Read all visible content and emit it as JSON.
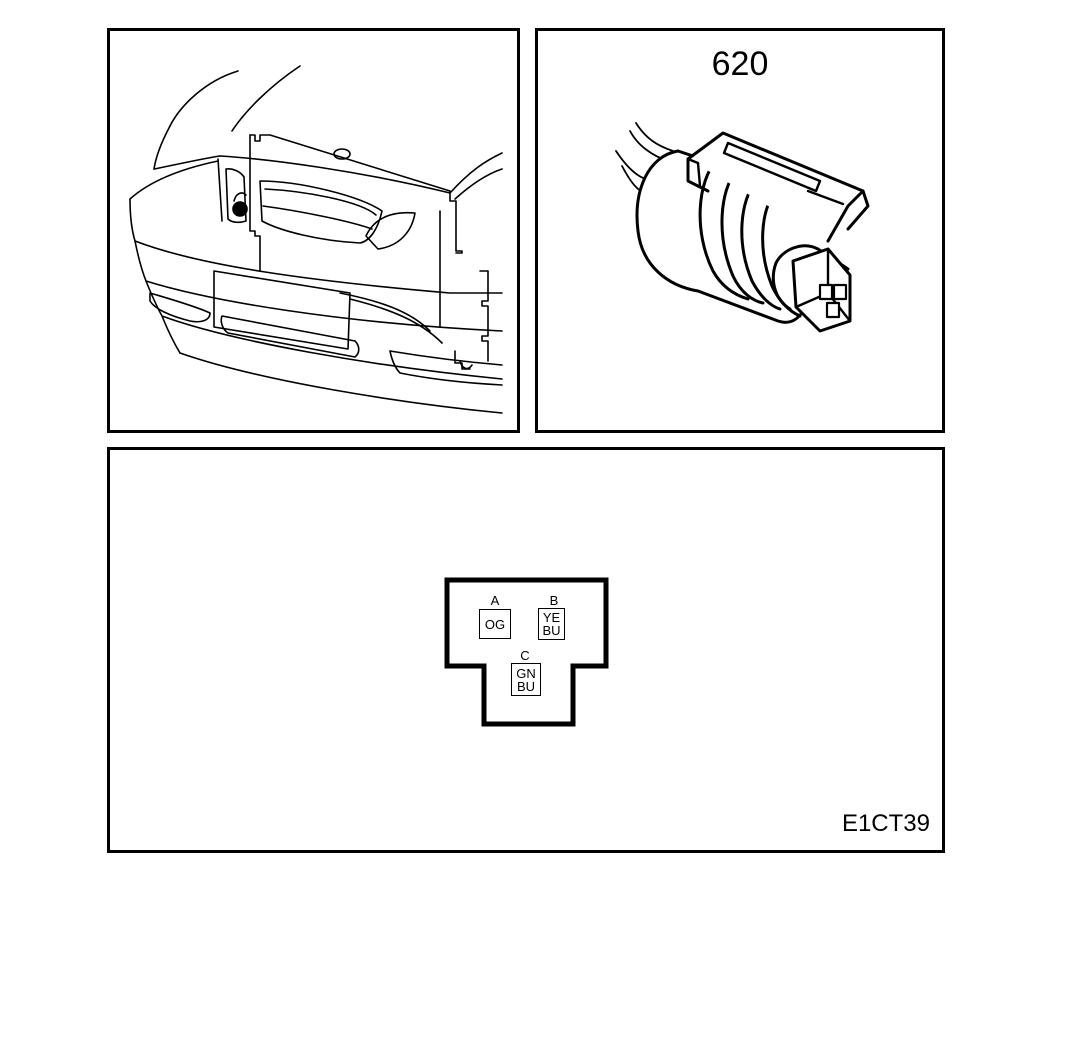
{
  "component": {
    "number": "620"
  },
  "diagram": {
    "code": "E1CT39"
  },
  "pins": [
    {
      "letter": "A",
      "colors": [
        "OG"
      ]
    },
    {
      "letter": "B",
      "colors": [
        "YE",
        "BU"
      ]
    },
    {
      "letter": "C",
      "colors": [
        "GN",
        "BU"
      ]
    }
  ]
}
